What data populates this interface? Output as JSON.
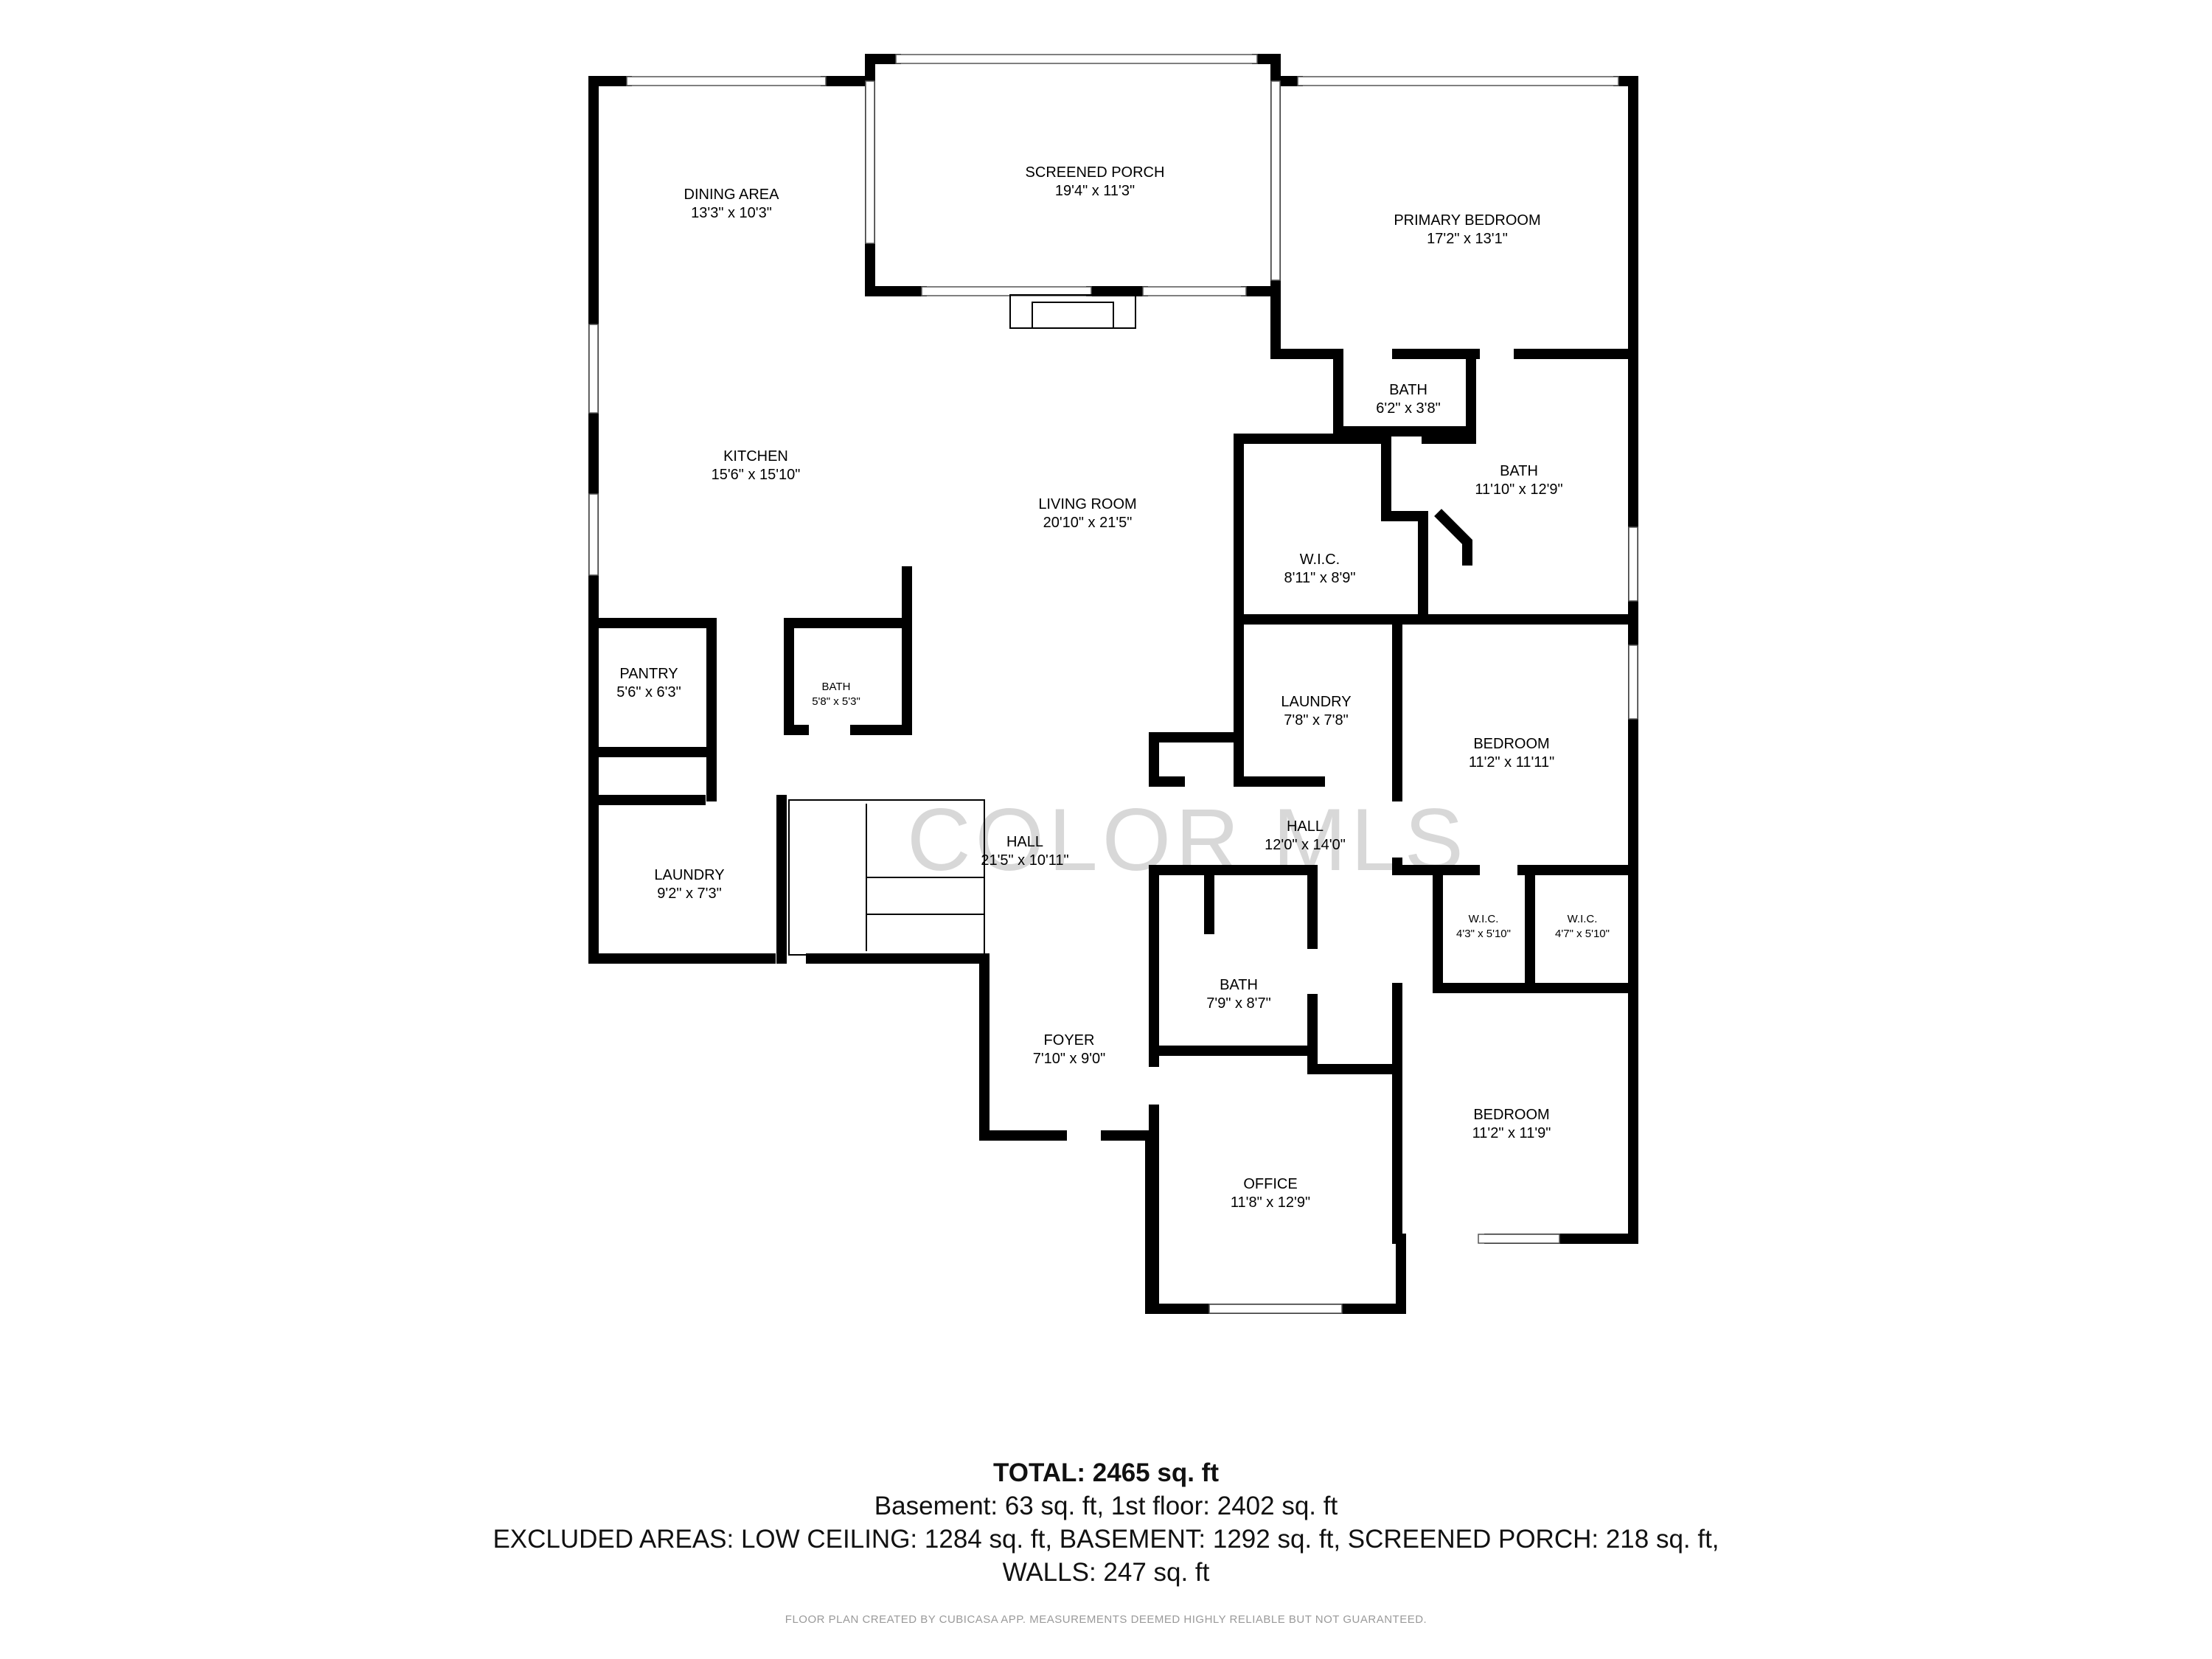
{
  "watermark": "COLOR MLS",
  "rooms": [
    {
      "name": "DINING AREA",
      "dim": "13'3\" x 10'3\""
    },
    {
      "name": "SCREENED PORCH",
      "dim": "19'4\" x 11'3\""
    },
    {
      "name": "PRIMARY BEDROOM",
      "dim": "17'2\" x 13'1\""
    },
    {
      "name": "BATH",
      "dim": "6'2\" x 3'8\""
    },
    {
      "name": "BATH",
      "dim": "11'10\" x 12'9\""
    },
    {
      "name": "KITCHEN",
      "dim": "15'6\" x 15'10\""
    },
    {
      "name": "LIVING ROOM",
      "dim": "20'10\" x 21'5\""
    },
    {
      "name": "W.I.C.",
      "dim": "8'11\" x 8'9\""
    },
    {
      "name": "PANTRY",
      "dim": "5'6\" x 6'3\""
    },
    {
      "name": "BATH",
      "dim": "5'8\" x 5'3\""
    },
    {
      "name": "LAUNDRY",
      "dim": "7'8\" x 7'8\""
    },
    {
      "name": "BEDROOM",
      "dim": "11'2\" x 11'11\""
    },
    {
      "name": "HALL",
      "dim": "12'0\" x 14'0\""
    },
    {
      "name": "LAUNDRY",
      "dim": "9'2\" x 7'3\""
    },
    {
      "name": "HALL",
      "dim": "21'5\" x 10'11\""
    },
    {
      "name": "W.I.C.",
      "dim": "4'3\" x 5'10\""
    },
    {
      "name": "W.I.C.",
      "dim": "4'7\" x 5'10\""
    },
    {
      "name": "BATH",
      "dim": "7'9\" x 8'7\""
    },
    {
      "name": "FOYER",
      "dim": "7'10\" x 9'0\""
    },
    {
      "name": "BEDROOM",
      "dim": "11'2\" x 11'9\""
    },
    {
      "name": "OFFICE",
      "dim": "11'8\" x 12'9\""
    }
  ],
  "summary": {
    "total": "TOTAL: 2465 sq. ft",
    "floors": "Basement: 63 sq. ft, 1st floor: 2402 sq. ft",
    "excluded": "EXCLUDED AREAS: LOW CEILING: 1284 sq. ft, BASEMENT: 1292 sq. ft, SCREENED PORCH: 218 sq. ft,",
    "walls": "WALLS: 247 sq. ft"
  },
  "footer_note": "FLOOR PLAN CREATED BY CUBICASA APP. MEASUREMENTS DEEMED HIGHLY RELIABLE BUT NOT GUARANTEED."
}
